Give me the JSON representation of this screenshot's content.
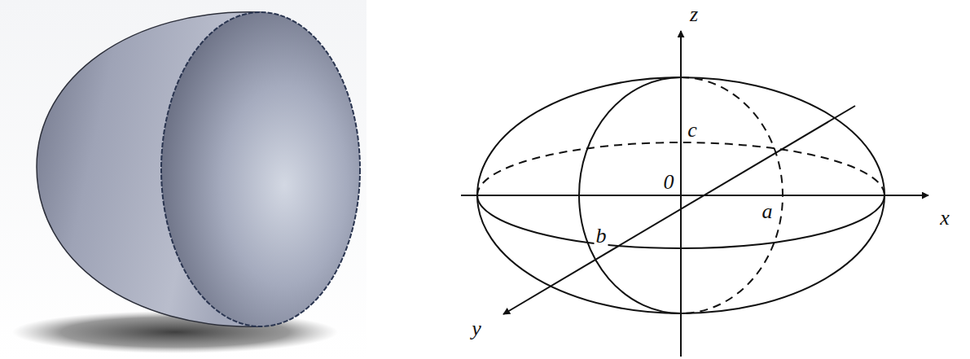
{
  "diagram": {
    "labels": [
      "z",
      "c",
      "0",
      "a",
      "b",
      "x",
      "y"
    ]
  }
}
